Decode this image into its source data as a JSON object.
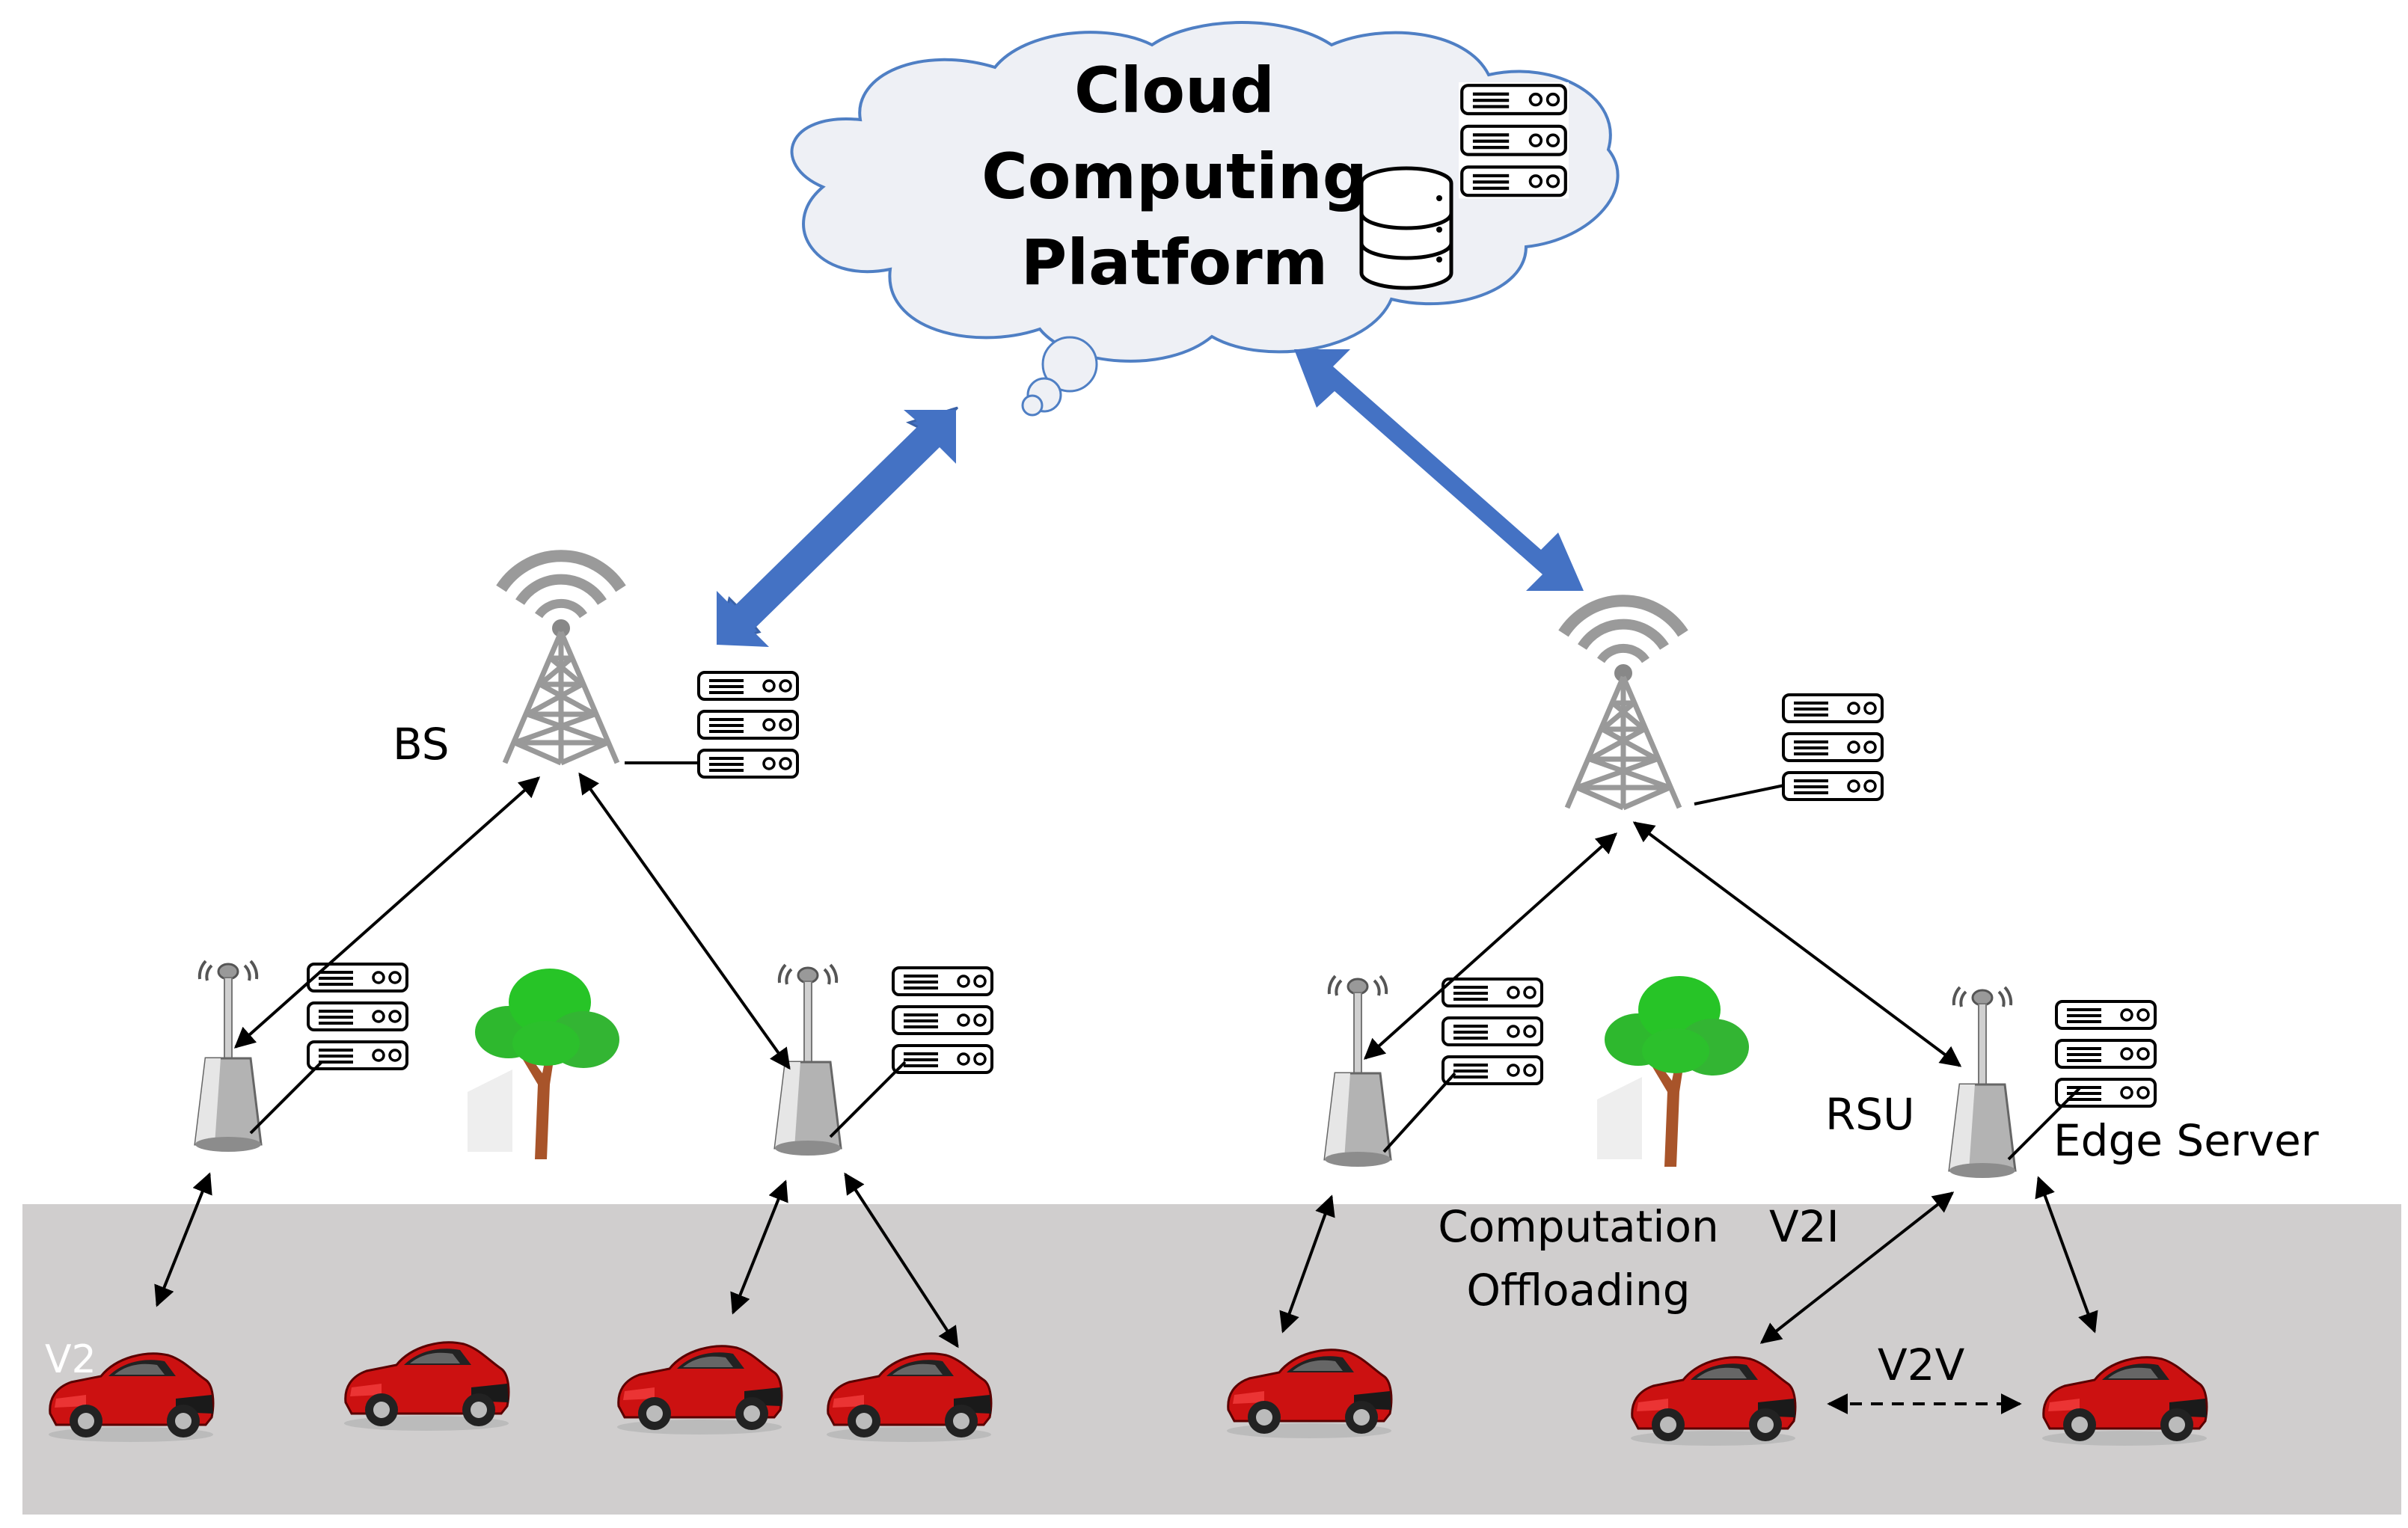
{
  "cloud": {
    "title_lines": [
      "Cloud",
      "Computing",
      "Platform"
    ]
  },
  "labels": {
    "bs": "BS",
    "rsu": "RSU",
    "edge_server": "Edge Server",
    "computation_offloading_line1": "Computation",
    "computation_offloading_line2": "Offloading",
    "v2i": "V2I",
    "v2v": "V2V",
    "v2_partial": "V2"
  },
  "colors": {
    "cloud_fill": "#eef0f5",
    "cloud_stroke": "#4f7fc4",
    "big_arrow": "#4472c4",
    "road": "#d0cece",
    "car": "#cc1111",
    "tree_leaf": "#22b022",
    "tree_trunk": "#a0522d",
    "tower": "#8c8c8c"
  },
  "icons": [
    "cloud-icon",
    "database-icon",
    "server-rack-icon",
    "base-station-tower-icon",
    "rsu-antenna-icon",
    "tree-icon",
    "car-icon"
  ]
}
